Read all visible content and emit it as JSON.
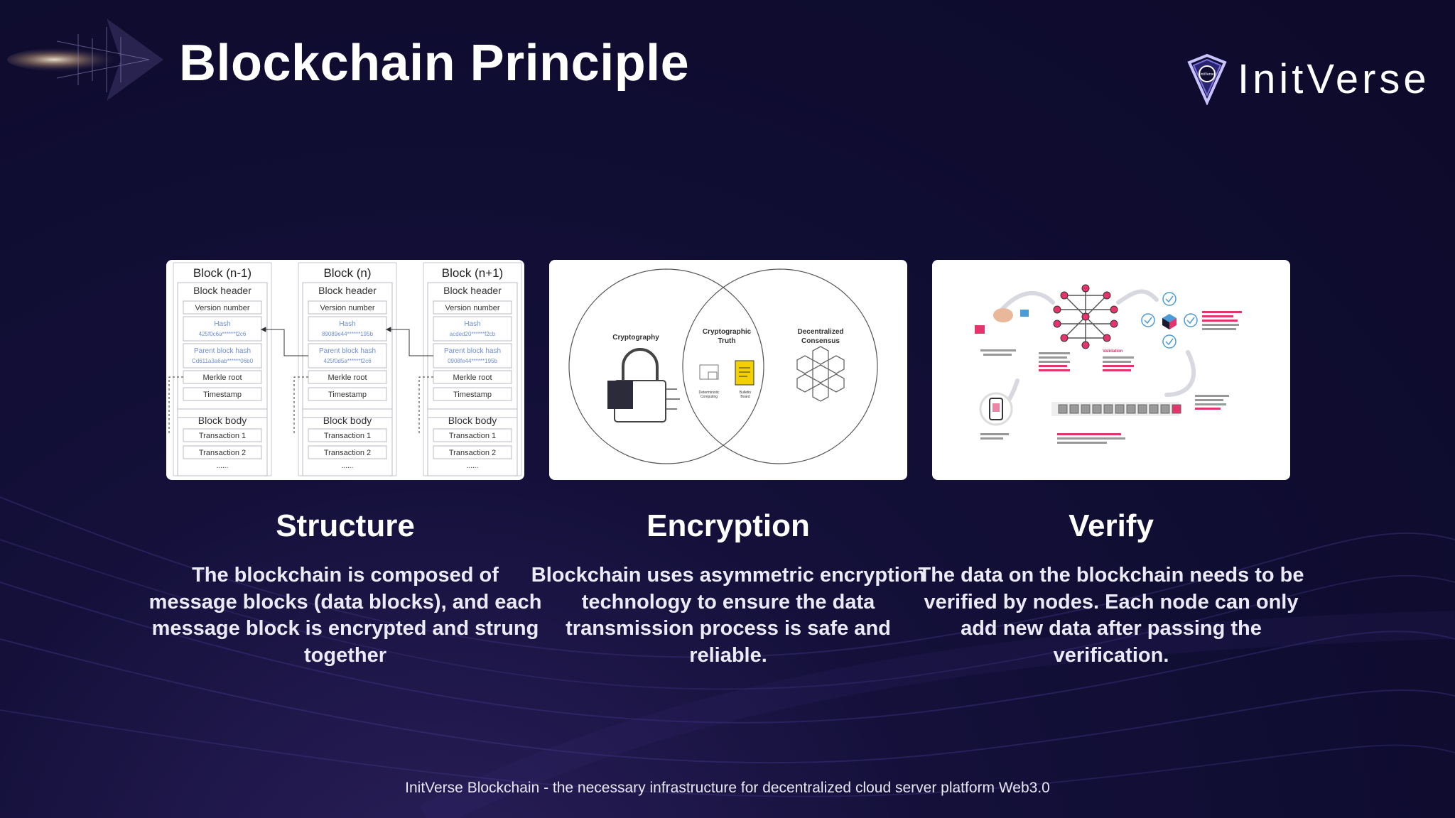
{
  "slide": {
    "title": "Blockchain Principle",
    "brand": {
      "name": "InitVerse",
      "logo_text": "InitVerse"
    },
    "footer": "InitVerse Blockchain - the necessary infrastructure for decentralized cloud server platform Web3.0"
  },
  "columns": [
    {
      "title": "Structure",
      "text": "The blockchain is composed of message blocks (data blocks), and each message block is encrypted and strung together"
    },
    {
      "title": "Encryption",
      "text": "Blockchain uses asymmetric encryption technology to ensure the data transmission process is safe and reliable."
    },
    {
      "title": "Verify",
      "text": "The data on the blockchain needs to be verified by nodes. Each node can only add new data after passing the verification."
    }
  ],
  "structure_diagram": {
    "blocks": [
      {
        "name": "Block (n-1)",
        "hash": "425f0c6a******f2c6",
        "parent": "Cd611a3a6ab******06b0"
      },
      {
        "name": "Block (n)",
        "hash": "89089e44******195b",
        "parent": "425f0d5a******f2c6"
      },
      {
        "name": "Block (n+1)",
        "hash": "acded20******f2cb",
        "parent": "0908fe44******195b"
      }
    ],
    "labels": {
      "header": "Block header",
      "version": "Version number",
      "hash": "Hash",
      "parent": "Parent block hash",
      "merkle": "Merkle root",
      "timestamp": "Timestamp",
      "body": "Block body",
      "tx1": "Transaction 1",
      "tx2": "Transaction 2",
      "more": "......"
    }
  },
  "venn": {
    "left": "Cryptography",
    "middle_l1": "Cryptographic",
    "middle_l2": "Truth",
    "right_l1": "Decentralized",
    "right_l2": "Consensus",
    "icon_a_l1": "Deterministic",
    "icon_a_l2": "Computing",
    "icon_b_l1": "Bulletin",
    "icon_b_l2": "Board"
  },
  "verify_diagram": {
    "validation": "Validation"
  },
  "colors": {
    "background": "#0f0c30",
    "accent_pink": "#e5336b",
    "accent_blue": "#4a9bd6",
    "text": "#ffffff"
  }
}
